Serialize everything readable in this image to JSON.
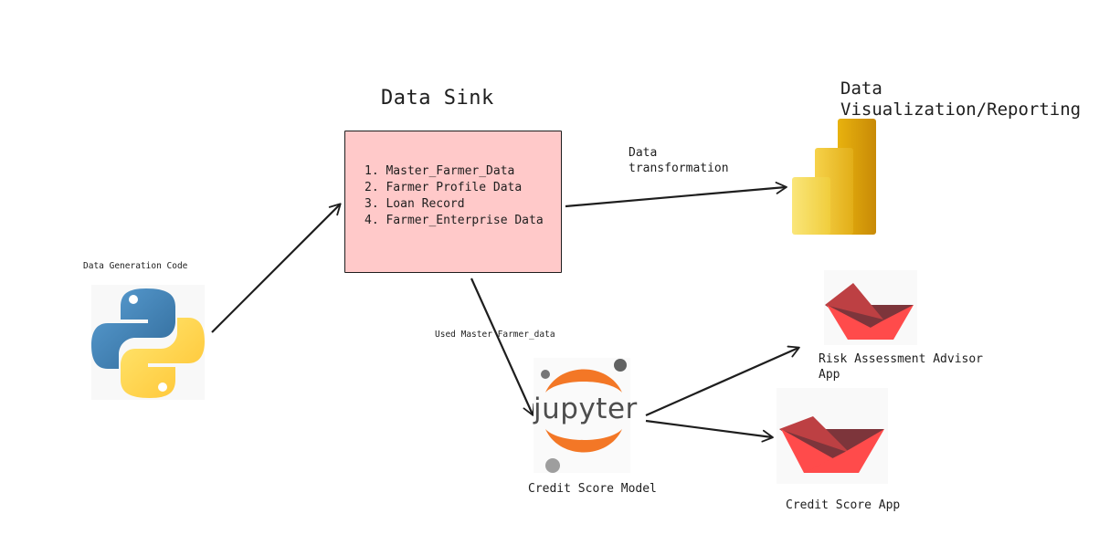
{
  "data_sink": {
    "title": "Data Sink",
    "items": [
      "1. Master_Farmer_Data",
      "2. Farmer Profile Data",
      "3. Loan Record",
      "4. Farmer_Enterprise Data"
    ]
  },
  "data_generation": {
    "label": "Data Generation Code",
    "icon": "python-logo"
  },
  "visualization": {
    "title_line1": "Data",
    "title_line2": "Visualization/Reporting",
    "icon": "power-bi-logo"
  },
  "edges": {
    "transform_line1": "Data",
    "transform_line2": "transformation",
    "used_master": "Used Master Farmer_data"
  },
  "model": {
    "label": "Credit Score Model",
    "icon": "jupyter-logo",
    "logo_text": "jupyter"
  },
  "apps": {
    "risk_line1": "Risk Assessment Advisor",
    "risk_line2": "App",
    "credit": "Credit Score App",
    "icon": "streamlit-logo"
  },
  "colors": {
    "sink_fill": "#ffc9c9",
    "stroke": "#1e1e1e",
    "python_blue": "#3b76ac",
    "python_yellow": "#fdd33a",
    "powerbi_gold": "#e8b20e",
    "jupyter_orange": "#f37726",
    "streamlit_red": "#ff4b4b"
  }
}
